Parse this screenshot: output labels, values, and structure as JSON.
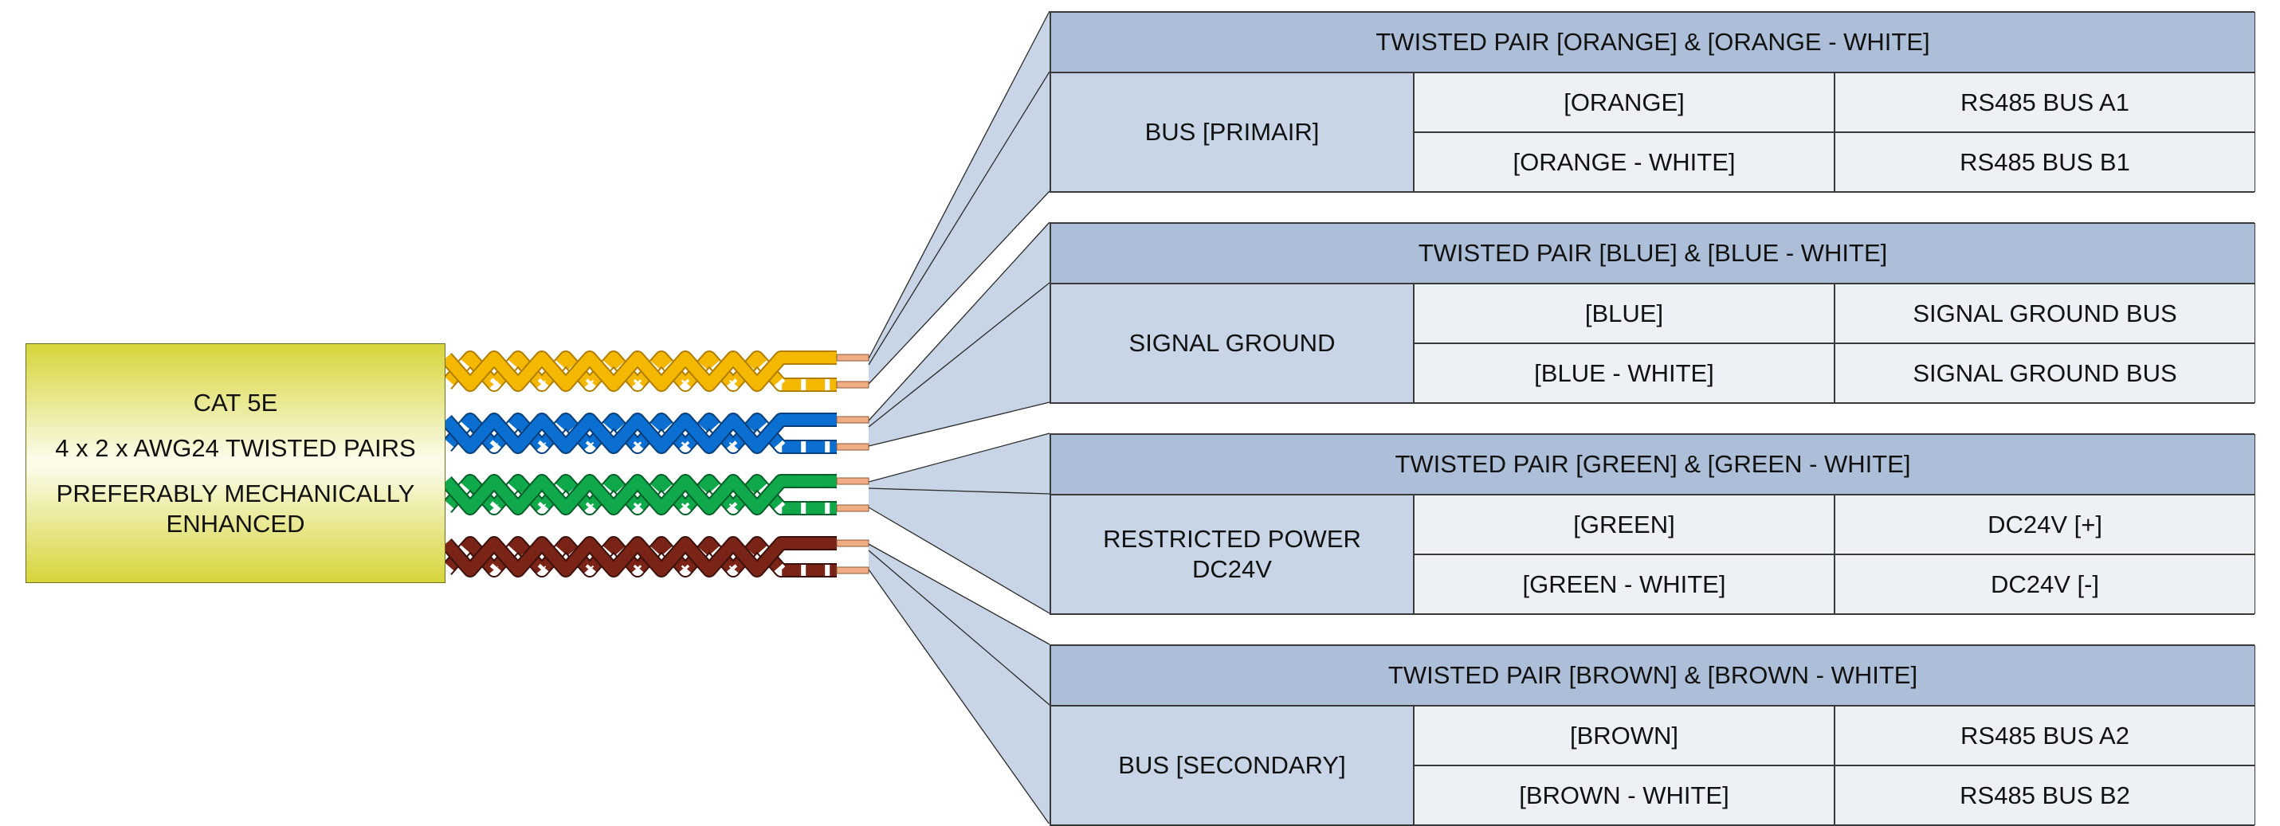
{
  "cable": {
    "type": "CAT 5E",
    "pairs": "4 x 2 x AWG24 TWISTED PAIRS",
    "note": "PREFERABLY MECHANICALLY ENHANCED",
    "box_color": "#d6d53a"
  },
  "pairs": [
    {
      "header": "TWISTED PAIR [ORANGE] & [ORANGE - WHITE]",
      "function": "BUS [PRIMAIR]",
      "wires": [
        {
          "color": "[ORANGE]",
          "signal": "RS485 BUS A1"
        },
        {
          "color": "[ORANGE - WHITE]",
          "signal": "RS485 BUS B1"
        }
      ],
      "wire_color": "#f5b800",
      "wire_edge": "#b07f00"
    },
    {
      "header": "TWISTED PAIR [BLUE] & [BLUE - WHITE]",
      "function": "SIGNAL GROUND",
      "wires": [
        {
          "color": "[BLUE]",
          "signal": "SIGNAL GROUND BUS"
        },
        {
          "color": "[BLUE - WHITE]",
          "signal": "SIGNAL GROUND BUS"
        }
      ],
      "wire_color": "#0a6fd0",
      "wire_edge": "#063f7a"
    },
    {
      "header": "TWISTED PAIR [GREEN] & [GREEN - WHITE]",
      "function": "RESTRICTED POWER DC24V",
      "wires": [
        {
          "color": "[GREEN]",
          "signal": "DC24V [+]"
        },
        {
          "color": "[GREEN - WHITE]",
          "signal": "DC24V [-]"
        }
      ],
      "wire_color": "#0fa84a",
      "wire_edge": "#07602a"
    },
    {
      "header": "TWISTED PAIR [BROWN] & [BROWN - WHITE]",
      "function": "BUS [SECONDARY]",
      "wires": [
        {
          "color": "[BROWN]",
          "signal": "RS485 BUS A2"
        },
        {
          "color": "[BROWN - WHITE]",
          "signal": "RS485 BUS B2"
        }
      ],
      "wire_color": "#7a2418",
      "wire_edge": "#3d110b"
    }
  ],
  "colors": {
    "header_fill": "#adbfd8",
    "function_fill": "#c7d5e6",
    "cell_fill": "#edf0f5",
    "fan_fill": "#c7d5e6",
    "copper": "#f0ad84"
  }
}
